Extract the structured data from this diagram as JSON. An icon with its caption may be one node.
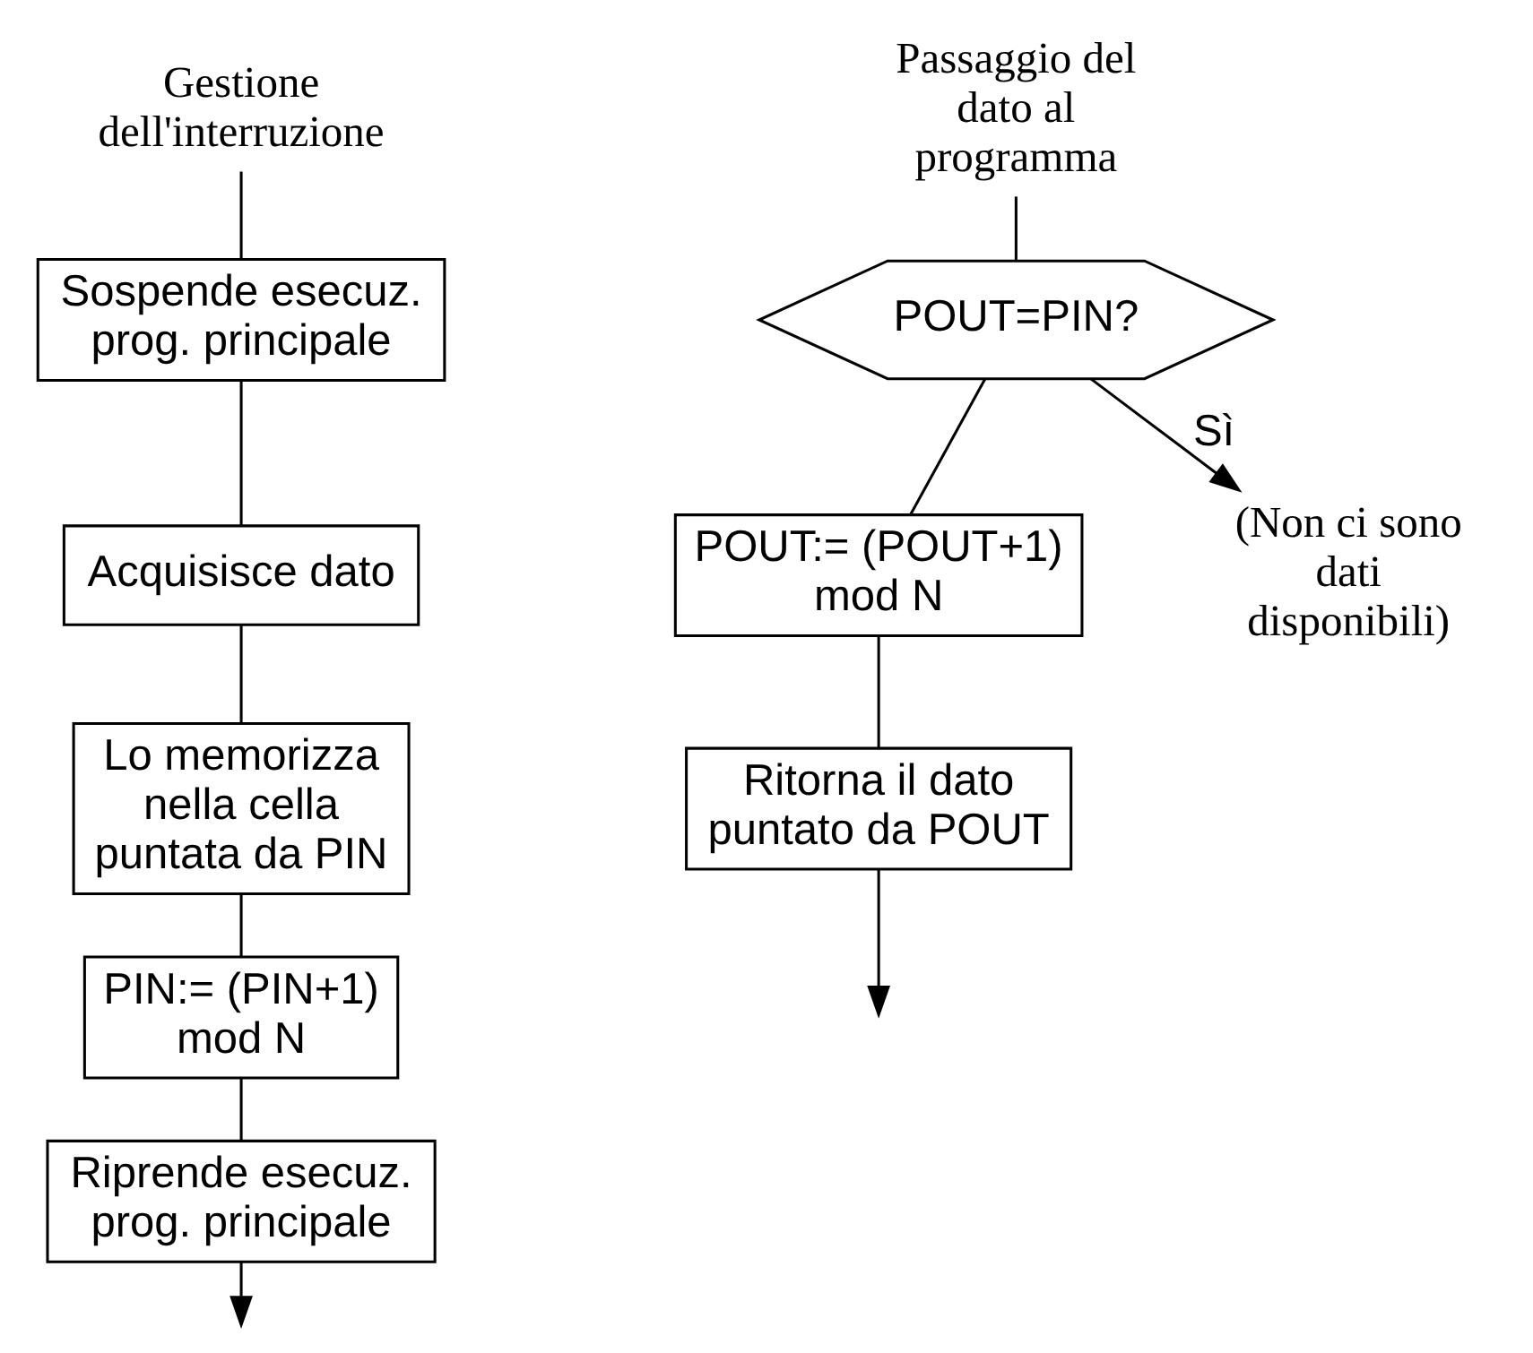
{
  "diagram": {
    "nodes": [
      {
        "text": [
          "Gestione dell'interruzione"
        ]
      },
      {
        "text": [
          "Sospende esecuz. prog. principale"
        ]
      },
      {
        "text": [
          "Acquisisce dato"
        ]
      },
      {
        "text": [
          "Lo memorizza nella cella puntata da PIN"
        ]
      },
      {
        "text": [
          "PIN:= (PIN+1) mod N"
        ]
      },
      {
        "text": [
          "Riprende esecuz. prog. principale"
        ]
      },
      {
        "text": [
          "Passaggio del dato al programma"
        ]
      },
      {
        "text": [
          "POUT=PIN?"
        ]
      },
      {
        "text": [
          "POUT:= (POUT+1) mod N"
        ]
      },
      {
        "text": [
          "Ritorna il dato puntato da POUT"
        ]
      },
      {
        "text": [
          "(Non ci sono dati disponibili)"
        ]
      }
    ],
    "edges": [
      {
        "from": 0,
        "to": 1,
        "arrow": "none"
      },
      {
        "from": 1,
        "to": 2,
        "arrow": "none"
      },
      {
        "from": 2,
        "to": 3,
        "arrow": "none"
      },
      {
        "from": 3,
        "to": 4,
        "arrow": "none"
      },
      {
        "from": 4,
        "to": 5,
        "arrow": "none"
      },
      {
        "from": 5,
        "to": null,
        "arrow": "to"
      },
      {
        "from": 6,
        "to": 7,
        "arrow": "none"
      },
      {
        "from": 7,
        "to": 8,
        "arrow": "none"
      },
      {
        "from": 8,
        "to": 9,
        "arrow": "none"
      },
      {
        "from": 9,
        "to": null,
        "arrow": "to"
      },
      {
        "from": 7,
        "to": 10,
        "arrow": "to",
        "label": "Sì"
      }
    ]
  }
}
